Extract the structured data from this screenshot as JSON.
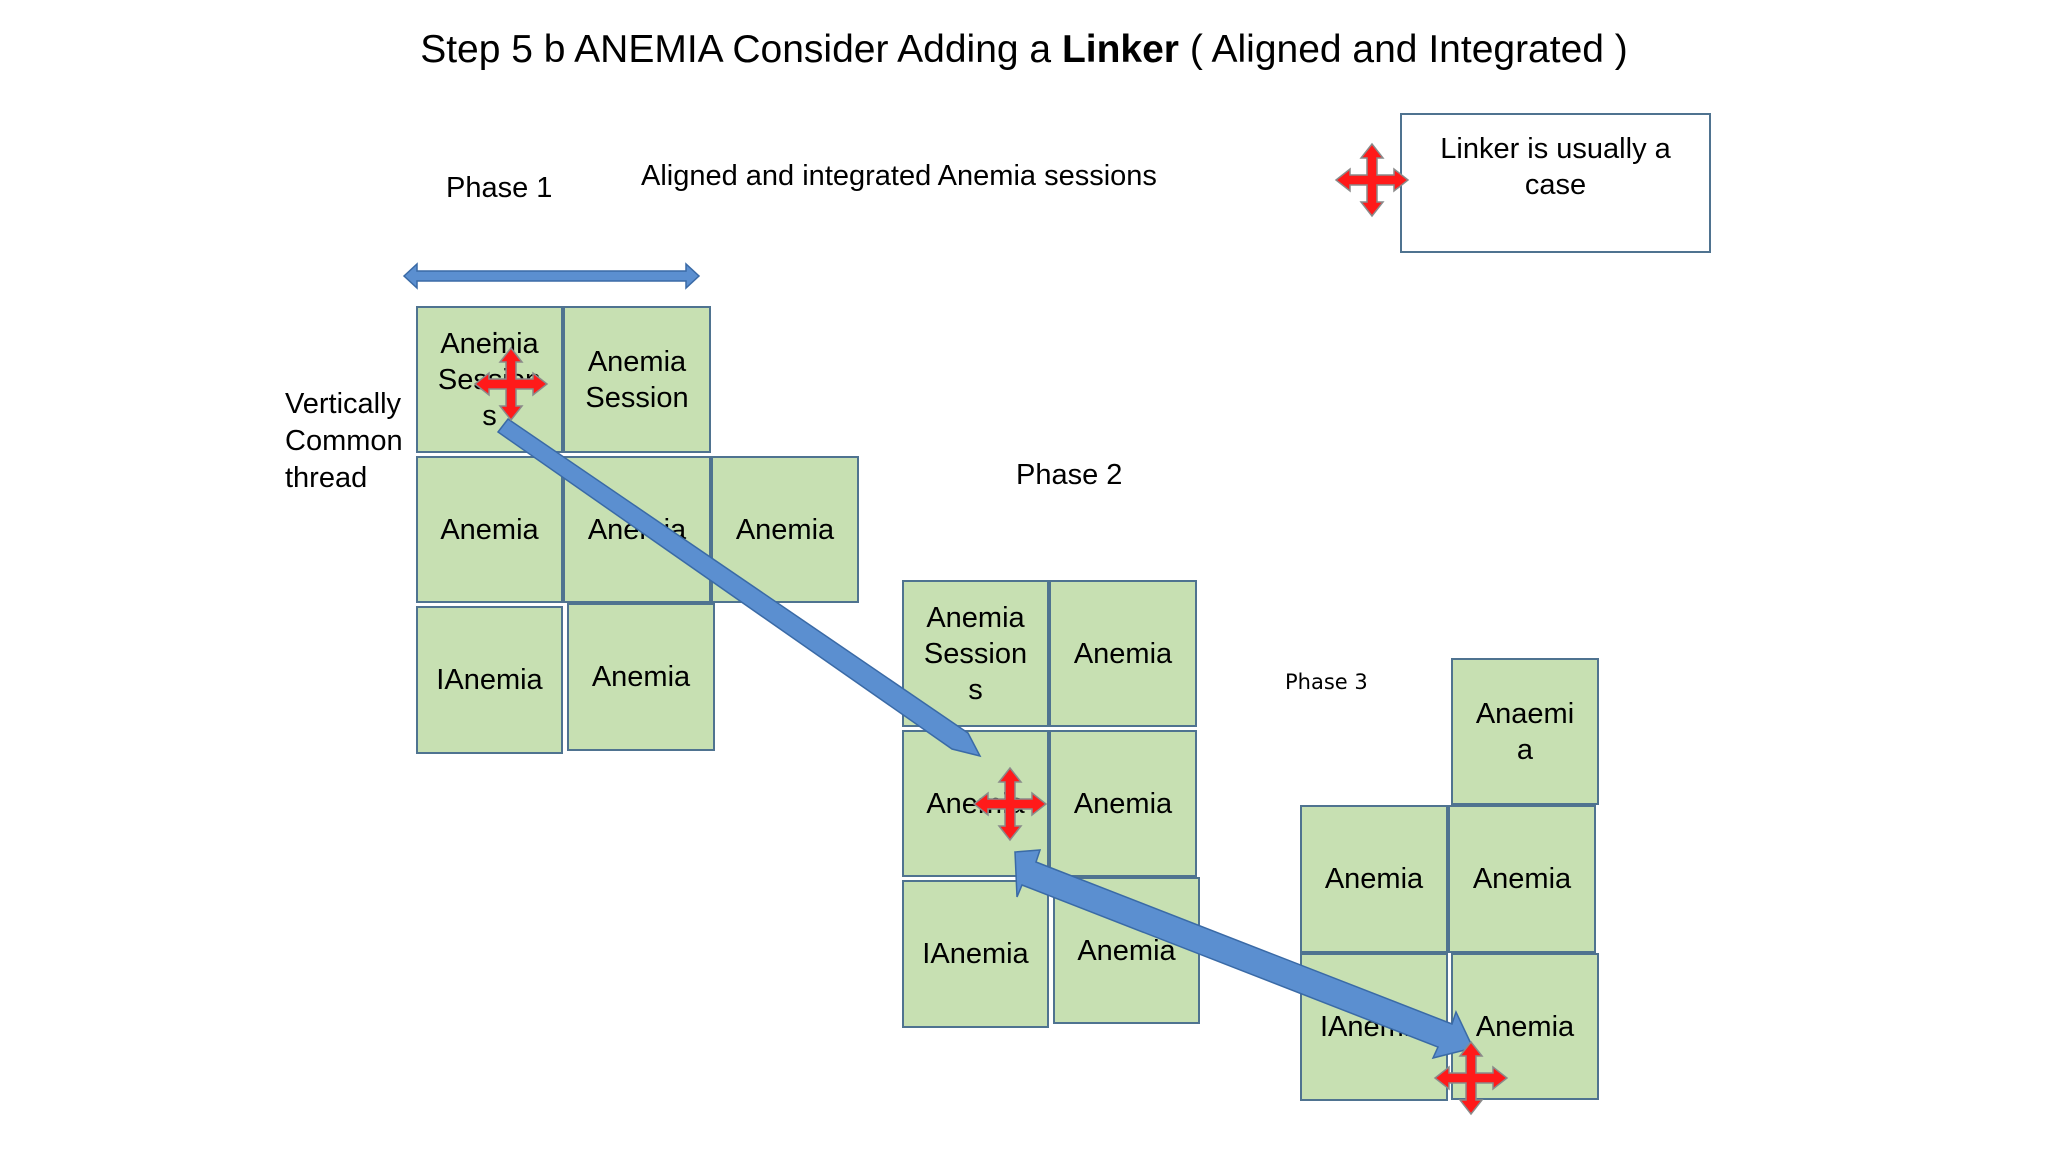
{
  "title": {
    "prefix": "Step 5 b ANEMIA Consider Adding a ",
    "bold": "Linker",
    "suffix": " ( Aligned and Integrated )"
  },
  "phase1_label": "Phase 1",
  "subtitle": "Aligned and integrated Anemia sessions",
  "vertical_label": "Vertically\nCommon\nthread",
  "phase2_label": "Phase 2",
  "phase3_label": "Phase 3",
  "legend": {
    "text": "Linker is usually a case"
  },
  "phase1_cells": [
    "Anemia\nSession\ns",
    "Anemia\nSession",
    "Anemia",
    "Anemia",
    "Anemia",
    "IAnemia",
    "Anemia"
  ],
  "phase2_cells": [
    "Anemia\nSession\ns",
    "Anemia",
    "Anemia",
    "Anemia",
    "IAnemia",
    "Anemia"
  ],
  "phase3_cells": [
    "Anaemi\na",
    "Anemia",
    "Anemia",
    "IAnemia",
    "Anemia"
  ],
  "stray_dot": ".",
  "colors": {
    "cell_fill": "#c7e0b2",
    "cell_border": "#4f7390",
    "arrow_blue": "#5b8fd0",
    "linker_red": "#ff1a1a"
  }
}
